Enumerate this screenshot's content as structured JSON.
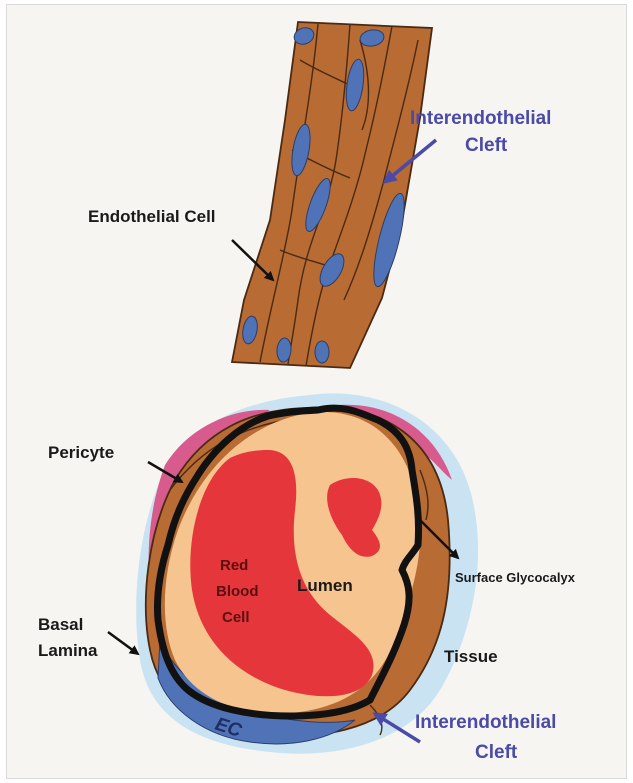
{
  "labels": {
    "endothelial_cell": "Endothelial Cell",
    "interendothelial_cleft_top_line1": "Interendothelial",
    "interendothelial_cleft_top_line2": "Cleft",
    "pericyte": "Pericyte",
    "surface_glycocalyx": "Surface Glycocalyx",
    "basal_lamina_line1": "Basal",
    "basal_lamina_line2": "Lamina",
    "tissue": "Tissue",
    "lumen": "Lumen",
    "red_blood_cell_line1": "Red",
    "red_blood_cell_line2": "Blood",
    "red_blood_cell_line3": "Cell",
    "ec": "EC",
    "interendothelial_cleft_bottom_line1": "Interendothelial",
    "interendothelial_cleft_bottom_line2": "Cleft"
  },
  "colors": {
    "background": "#f6f5f1",
    "endothelium": "#b86b33",
    "endothelium_outline": "#4a2a12",
    "nucleus": "#4f73b6",
    "glycocalyx_halo": "#c9e3f2",
    "pericyte": "#d85b8e",
    "lumen": "#f6c48e",
    "red_blood_cell": "#e5363b",
    "glycocalyx_border": "#111111",
    "label_blue": "#4a4aa8"
  }
}
